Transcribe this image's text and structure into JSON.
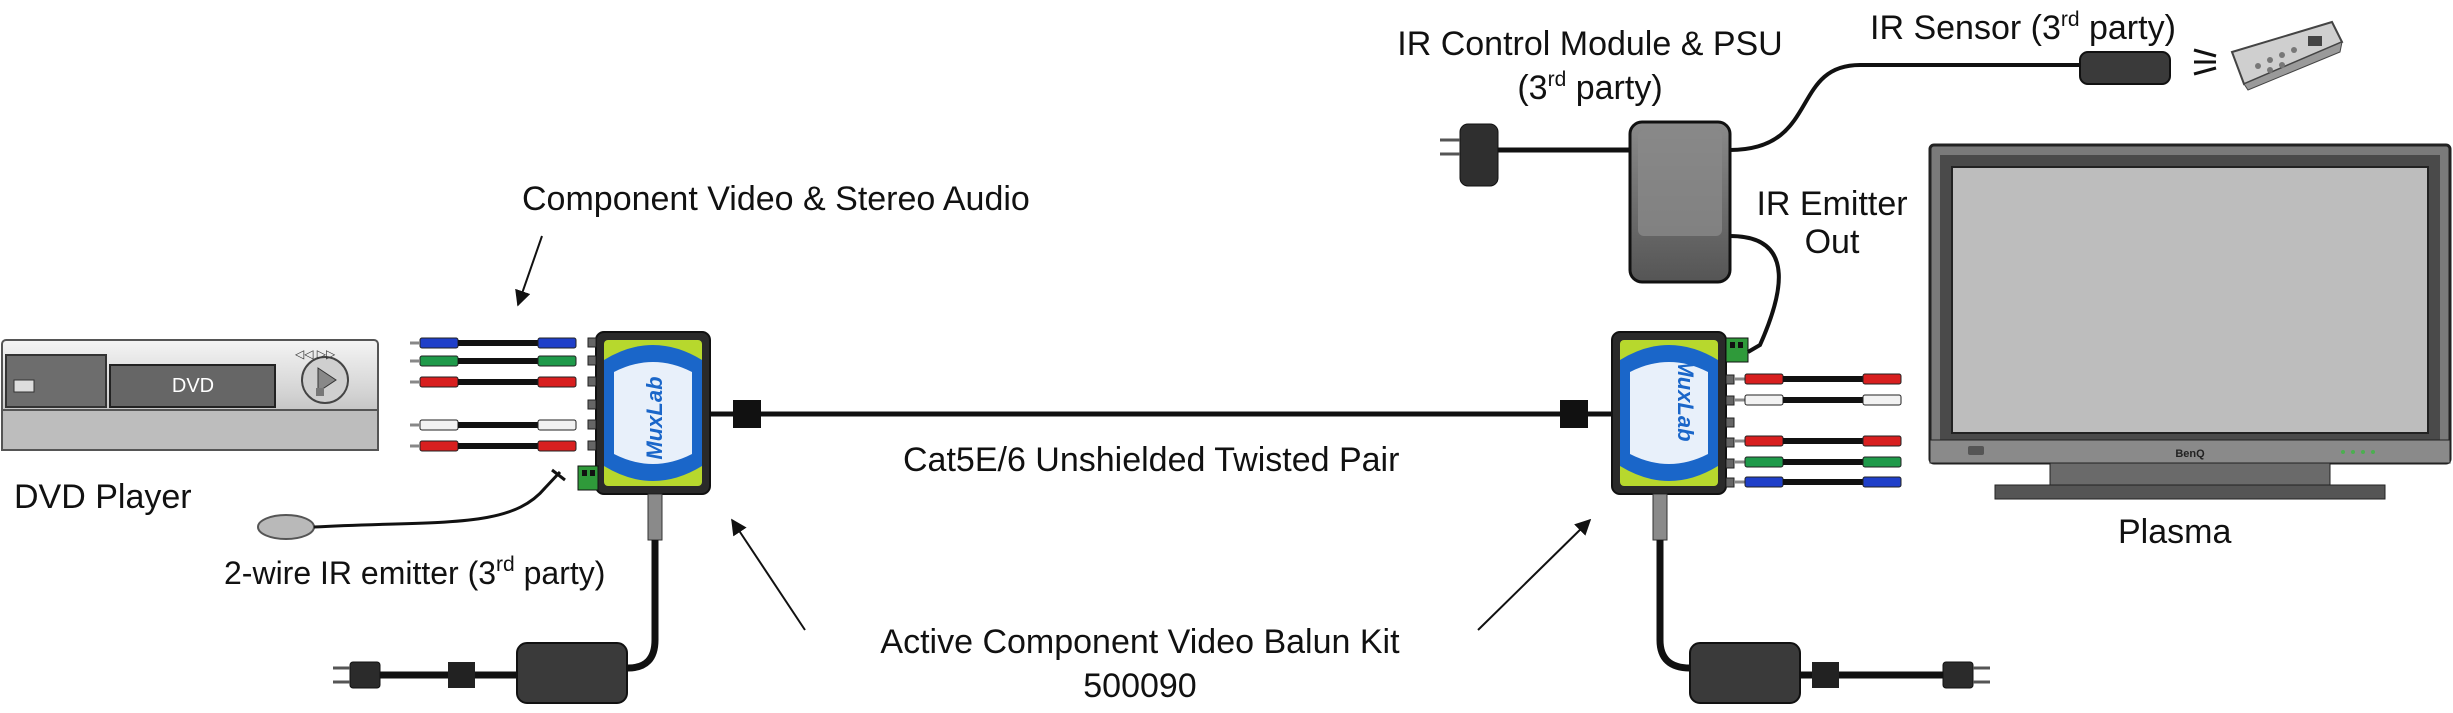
{
  "labels": {
    "component_video": "Component Video & Stereo Audio",
    "dvd_player": "DVD Player",
    "dvd_display": "DVD",
    "ir_emitter_2wire": "2-wire IR emitter (3",
    "ir_emitter_2wire_sup": "rd",
    "ir_emitter_2wire_end": " party)",
    "cat5": "Cat5E/6 Unshielded Twisted Pair",
    "balun_kit": "Active Component Video Balun Kit",
    "part_number": "500090",
    "ir_control_line1": "IR Control Module & PSU",
    "ir_control_line2_pre": "(3",
    "ir_control_line2_sup": "rd",
    "ir_control_line2_post": " party)",
    "ir_sensor_pre": "IR Sensor (3",
    "ir_sensor_sup": "rd",
    "ir_sensor_post": " party)",
    "ir_emitter_out_1": "IR Emitter",
    "ir_emitter_out_2": "Out",
    "plasma": "Plasma",
    "brand_box": "MuxLab",
    "brand_tv": "BenQ"
  },
  "colors": {
    "rca_blue": "#1f3fc9",
    "rca_green": "#1f9a4a",
    "rca_red": "#d81f1f",
    "rca_white": "#f2f2f2",
    "box_green": "#b7d82d",
    "box_blue": "#1a66c9",
    "terminal_green": "#2f9a3a"
  },
  "icons": {
    "remote": "remote-control-icon",
    "plug": "power-plug-icon"
  }
}
